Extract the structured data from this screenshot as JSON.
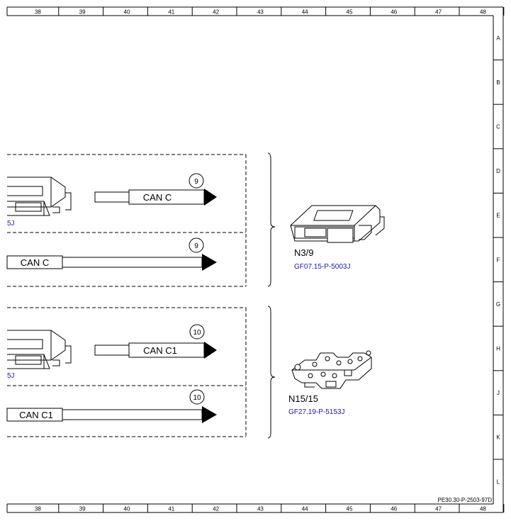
{
  "frame": {
    "columns": [
      "38",
      "39",
      "40",
      "41",
      "42",
      "43",
      "44",
      "45",
      "46",
      "47",
      "48"
    ],
    "rows": [
      "A",
      "B",
      "C",
      "D",
      "E",
      "F",
      "G",
      "H",
      "J",
      "K",
      "L"
    ],
    "drawing_number": "PE30.30-P-2503-97D"
  },
  "groups": [
    {
      "top_signal": {
        "label": "CAN C",
        "circle": "9"
      },
      "bottom_signal": {
        "label": "CAN C",
        "circle": "9"
      },
      "partial_ref": "5J",
      "component": {
        "code": "N3/9",
        "ref": "GF07.15-P-5003J"
      }
    },
    {
      "top_signal": {
        "label": "CAN C1",
        "circle": "10"
      },
      "bottom_signal": {
        "label": "CAN C1",
        "circle": "10"
      },
      "partial_ref": "5J",
      "component": {
        "code": "N15/15",
        "ref": "GF27.19-P-5153J"
      }
    }
  ],
  "colors": {
    "line": "#000000",
    "reference_text": "#1a1aa6"
  }
}
